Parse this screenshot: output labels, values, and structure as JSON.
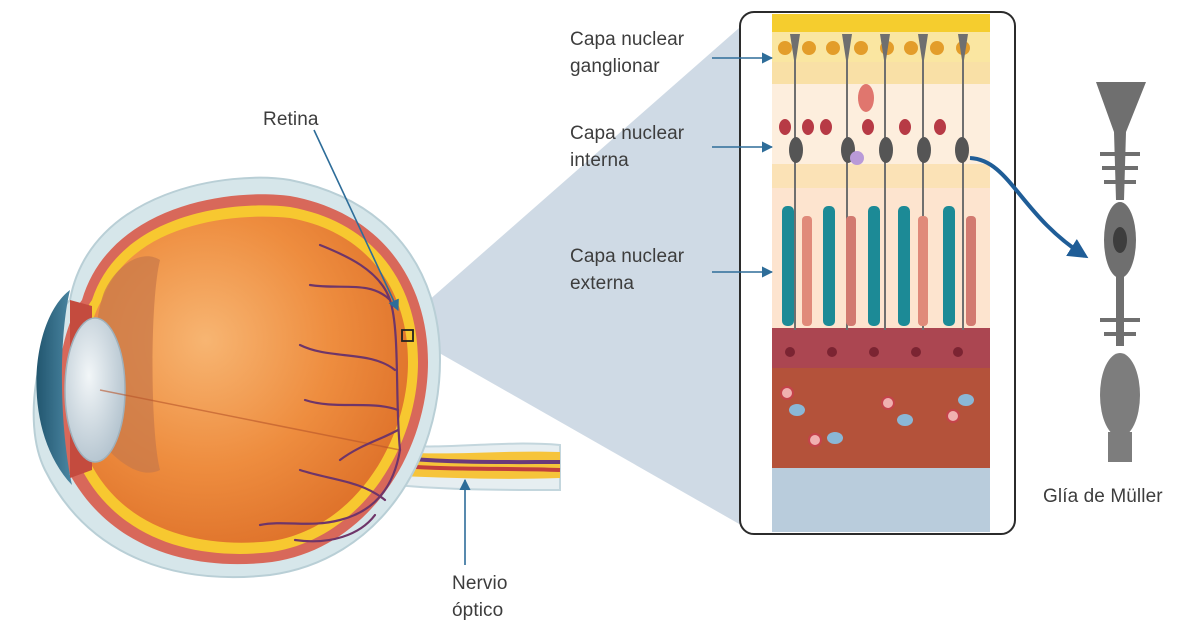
{
  "labels": {
    "retina": "Retina",
    "nervio_line1": "Nervio",
    "nervio_line2": "óptico",
    "ganglion_line1": "Capa nuclear",
    "ganglion_line2": "ganglionar",
    "interna_line1": "Capa nuclear",
    "interna_line2": "interna",
    "externa_line1": "Capa nuclear",
    "externa_line2": "externa",
    "muller": "Glía de Müller"
  },
  "colors": {
    "arrow": "#2e6d99",
    "big_arrow": "#1f5d97",
    "eyeball": "#ef8e3c",
    "sclera_outline": "#c9dde2",
    "retina_yellow": "#f7c830",
    "choroid": "#d96a5c",
    "vessel": "#7a3a6a",
    "zoom_wedge": "#c7d4e1",
    "glia": "#6f6f6f",
    "cell_teal": "#1c8a96",
    "cell_red": "#c23f3c",
    "cell_orange": "#e0962a"
  }
}
